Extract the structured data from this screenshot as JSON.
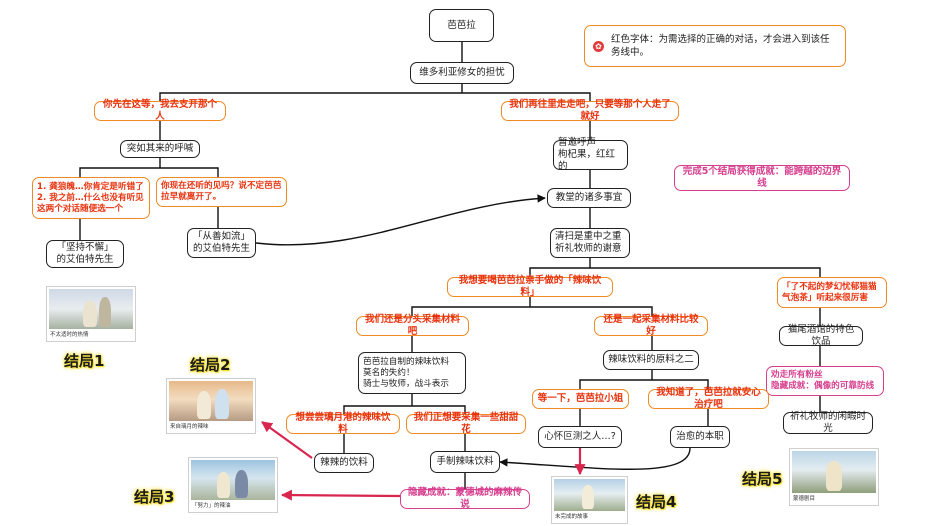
{
  "legend": {
    "icon": "red-dot-icon",
    "text": "红色字体：为需选择的正确的对话，才会进入到该任务线中。"
  },
  "achievement_note": "完成5个结局获得成就：能跨越的边界线",
  "nodes": {
    "root": "芭芭拉",
    "quest": "维多利亚修女的担忧",
    "choice_left_1": "你先在这等，我去支开那个人",
    "choice_right_1": "我们再往里走走吧，只要等那个人走了就好",
    "sudden_call": "突如其来的呼喊",
    "choice_ll": "1. 龚狼魄…你肯定是听错了\n2. 我之前…什么也没有听见\n这两个对话随便选一个",
    "choice_lr": "你现在还听的见吗？说不定芭芭拉早就离开了。",
    "ending1_node": "「坚持不懈」\n的艾伯特先生",
    "ending_flow_node": "「从善如流」\n的艾伯特先生",
    "warm_call": "暂邀呼声\n枸杞果，红红的",
    "church_matters": "教堂的诸多事宜",
    "cleaning": "清扫是重中之重\n祈礼牧师的谢意",
    "choice_taste": "我想要喝芭芭拉亲手做的「辣味饮料」",
    "choice_mascot": "「了不起的梦幻忧郁猫猫气泡茶」听起来很厉害",
    "choice_separate": "我们还是分头采集材料吧",
    "choice_together": "还是一起采集材料比较好",
    "cat_tail_drink": "猫尾酒馆的特色饮品",
    "hidden_ach_idol": "劝走所有粉丝\n隐藏成就：偶像的可靠防线",
    "priest_leisure": "祈礼牧师的闲暇时光",
    "failure_node": "芭芭拉自制的辣味饮料\n莫名的失约！\n骑士与牧师，战斗表示",
    "raw_material": "辣味饮料的原料之二",
    "choice_wait": "等一下，芭芭拉小姐",
    "choice_know": "我知道了，芭芭拉就安心治疗吧",
    "choice_spicy_port": "想尝尝璃月港的辣味饮料",
    "choice_sweet": "我们正想要采集一些甜甜花",
    "heart_node": "心怀叵测之人…?",
    "healing": "治愈的本职",
    "spicy_drink": "辣辣的饮料",
    "handmade": "手制辣味饮料",
    "hidden_ach_mond": "隐藏成就：蒙德城的麻辣传说"
  },
  "endings": {
    "e1": {
      "label": "结局1",
      "caption": "不太适时的热情"
    },
    "e2": {
      "label": "结局2",
      "caption": "来自璃月的辣味"
    },
    "e3": {
      "label": "结局3",
      "caption": "「努力」的辣油"
    },
    "e4": {
      "label": "结局4",
      "caption": "未完成的故事"
    },
    "e5": {
      "label": "结局5",
      "caption": "蒙德剧目"
    }
  },
  "colors": {
    "choice_text": "#e8320e",
    "choice_border": "#f08a24",
    "achievement": "#d63f8e",
    "arrow_red": "#d8264f",
    "ending_glow": "#f5e23a"
  }
}
